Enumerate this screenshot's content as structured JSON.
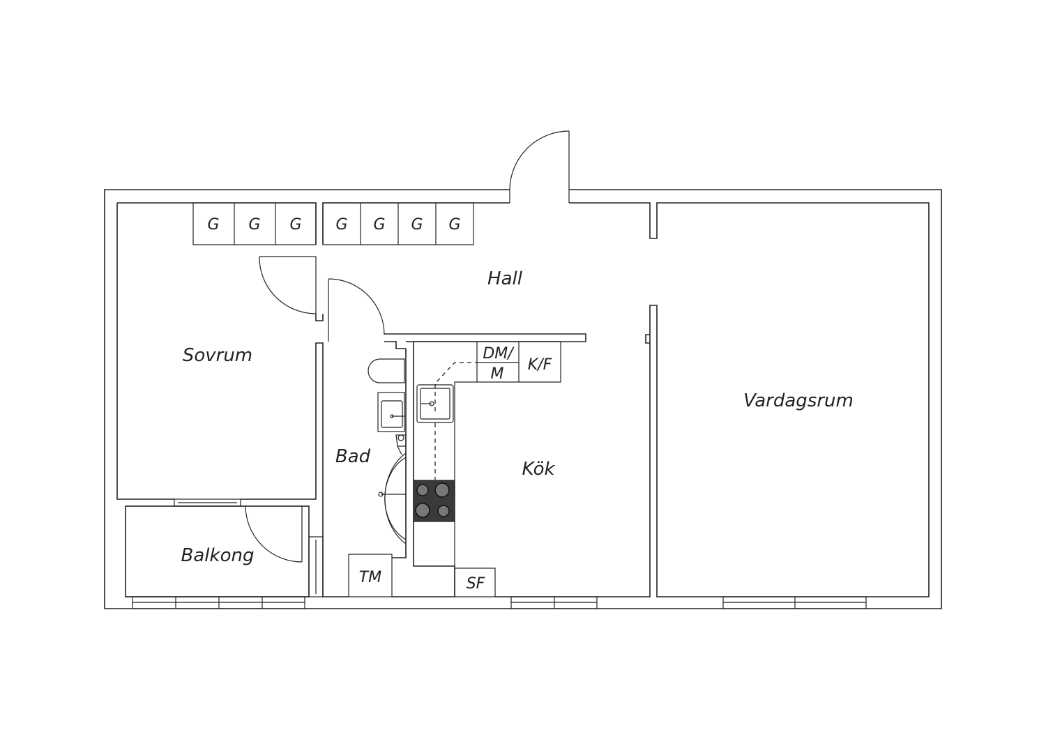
{
  "rooms": {
    "hall": "Hall",
    "sovrum": "Sovrum",
    "bad": "Bad",
    "kok": "Kök",
    "vardagsrum": "Vardagsrum",
    "balkong": "Balkong"
  },
  "wardrobes": [
    "G",
    "G",
    "G",
    "G",
    "G",
    "G",
    "G"
  ],
  "fixtures": {
    "dm": "DM/",
    "m": "M",
    "kf": "K/F",
    "tm": "TM",
    "sf": "SF"
  }
}
